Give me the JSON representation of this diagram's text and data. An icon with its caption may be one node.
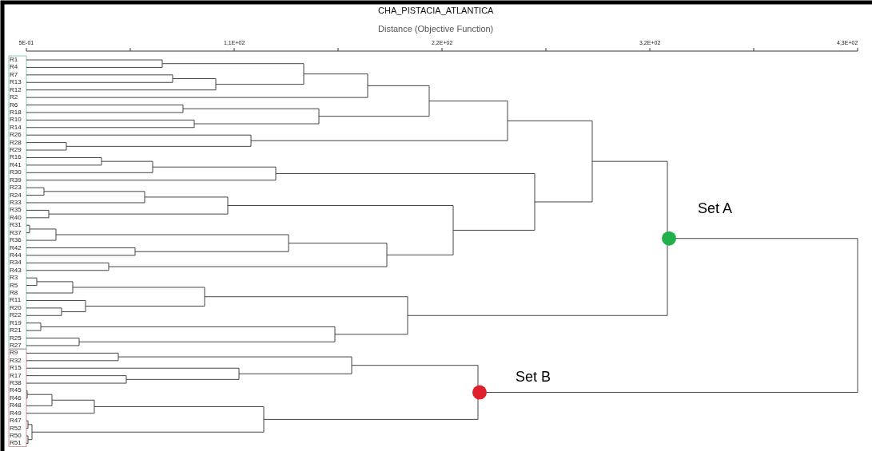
{
  "diagram": {
    "title": "CHA_PISTACIA_ATLANTICA",
    "labels": [
      "Distance (Objective Function)",
      "5E-01",
      "1,1E+02",
      "2,2E+02",
      "3,2E+02",
      "4,3E+02",
      "R1",
      "R4",
      "R7",
      "R13",
      "R12",
      "R2",
      "R6",
      "R18",
      "R10",
      "R14",
      "R26",
      "R28",
      "R29",
      "R16",
      "R41",
      "R30",
      "R39",
      "R23",
      "R24",
      "R33",
      "R35",
      "R40",
      "R31",
      "R37",
      "R36",
      "R42",
      "R44",
      "R34",
      "R43",
      "R3",
      "R5",
      "R8",
      "R11",
      "R20",
      "R22",
      "R19",
      "R21",
      "R25",
      "R27",
      "R9",
      "R32",
      "R15",
      "R17",
      "R38",
      "R45",
      "R46",
      "R48",
      "R49",
      "R47",
      "R52",
      "R50",
      "R51",
      "Set A",
      "Set B"
    ]
  }
}
